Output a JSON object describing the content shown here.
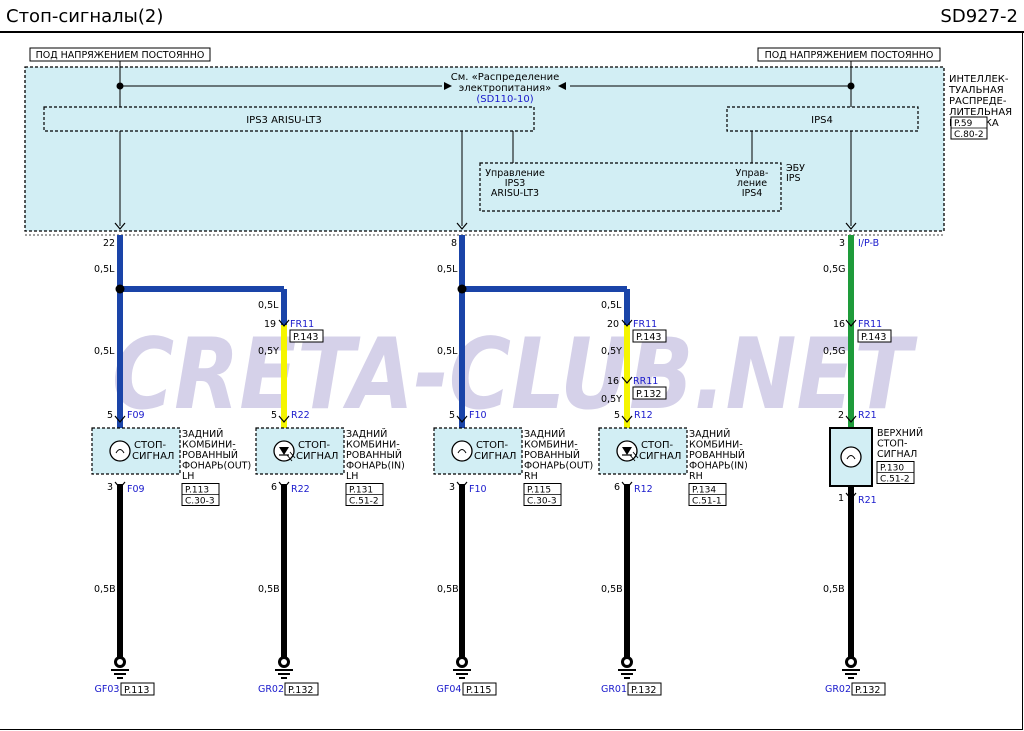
{
  "header": {
    "title": "Стоп-сигналы(2)",
    "code": "SD927-2"
  },
  "power_label_left": "ПОД НАПРЯЖЕНИЕМ ПОСТОЯННО",
  "power_label_right": "ПОД НАПРЯЖЕНИЕМ ПОСТОЯННО",
  "box": {
    "name_lines": [
      "ИНТЕЛЛЕК-",
      "ТУАЛЬНАЯ",
      "РАСПРЕДЕ-",
      "ЛИТЕЛЬНАЯ",
      "КОРОБКА"
    ],
    "ref_p": "P.59",
    "ref_c": "C.80-2",
    "see_line1": "См. «Распределение",
    "see_line2": "электропитания»",
    "see_ref": "(SD110-10)",
    "ips_left": "IPS3 ARISU-LT3",
    "ips_right": "IPS4",
    "ctrl_left": [
      "Управление",
      "IPS3",
      "ARISU-LT3"
    ],
    "ctrl_right": [
      "Управ-",
      "ление",
      "IPS4"
    ],
    "ecu": [
      "ЭБУ",
      "IPS"
    ]
  },
  "outputs": [
    {
      "pin": "22"
    },
    {
      "pin": "8"
    },
    {
      "pin": "3",
      "conn": "I/P-B"
    }
  ],
  "wires": {
    "w1": "0,5L",
    "w2": "0,5L",
    "w3": "0,5L",
    "w4": "0,5Y",
    "w5": "0,5L",
    "w6": "0,5L",
    "w7": "0,5L",
    "w8": "0,5Y",
    "w9": "0,5Y",
    "w10": "0,5G",
    "w11": "0,5G",
    "b1": "0,5B",
    "b2": "0,5B",
    "b3": "0,5B",
    "b4": "0,5B",
    "b5": "0,5B"
  },
  "inline_connectors": [
    {
      "pin": "19",
      "name": "FR11",
      "ref": "P.143"
    },
    {
      "pin": "20",
      "name": "FR11",
      "ref": "P.143"
    },
    {
      "pin": "16",
      "name": "RR11",
      "ref": "P.132"
    },
    {
      "pin": "16",
      "name": "FR11",
      "ref": "P.143"
    }
  ],
  "lamps": [
    {
      "label": [
        "СТОП-",
        "СИГНАЛ"
      ],
      "top_pin": "5",
      "top_conn": "F09",
      "bot_pin": "3",
      "bot_conn": "F09",
      "desc": [
        "ЗАДНИЙ",
        "КОМБИНИ-",
        "РОВАННЫЙ",
        "ФОНАРЬ(OUT)",
        "LH"
      ],
      "ref_p": "P.113",
      "ref_c": "C.30-3"
    },
    {
      "label": [
        "СТОП-",
        "СИГНАЛ"
      ],
      "top_pin": "5",
      "top_conn": "R22",
      "bot_pin": "6",
      "bot_conn": "R22",
      "desc": [
        "ЗАДНИЙ",
        "КОМБИНИ-",
        "РОВАННЫЙ",
        "ФОНАРЬ(IN)",
        "LH"
      ],
      "ref_p": "P.131",
      "ref_c": "C.51-2"
    },
    {
      "label": [
        "СТОП-",
        "СИГНАЛ"
      ],
      "top_pin": "5",
      "top_conn": "F10",
      "bot_pin": "3",
      "bot_conn": "F10",
      "desc": [
        "ЗАДНИЙ",
        "КОМБИНИ-",
        "РОВАННЫЙ",
        "ФОНАРЬ(OUT)",
        "RH"
      ],
      "ref_p": "P.115",
      "ref_c": "C.30-3"
    },
    {
      "label": [
        "СТОП-",
        "СИГНАЛ"
      ],
      "top_pin": "5",
      "top_conn": "R12",
      "bot_pin": "6",
      "bot_conn": "R12",
      "desc": [
        "ЗАДНИЙ",
        "КОМБИНИ-",
        "РОВАННЫЙ",
        "ФОНАРЬ(IN)",
        "RH"
      ],
      "ref_p": "P.134",
      "ref_c": "C.51-1"
    },
    {
      "label": [],
      "top_pin": "2",
      "top_conn": "R21",
      "bot_pin": "1",
      "bot_conn": "R21",
      "desc": [
        "ВЕРХНИЙ",
        "СТОП-",
        "СИГНАЛ"
      ],
      "ref_p": "P.130",
      "ref_c": "C.51-2"
    }
  ],
  "grounds": [
    {
      "name": "GF03",
      "ref": "P.113"
    },
    {
      "name": "GR02",
      "ref": "P.132"
    },
    {
      "name": "GF04",
      "ref": "P.115"
    },
    {
      "name": "GR01",
      "ref": "P.132"
    },
    {
      "name": "GR02",
      "ref": "P.132"
    }
  ],
  "watermark": "CRETA-CLUB.NET",
  "colors": {
    "blue_wire": "#1a44a8",
    "yellow_wire": "#f5f500",
    "green_wire": "#1e9b3a",
    "black_wire": "#000000",
    "box_fill": "#d2eef4",
    "link": "#1a1acc"
  }
}
